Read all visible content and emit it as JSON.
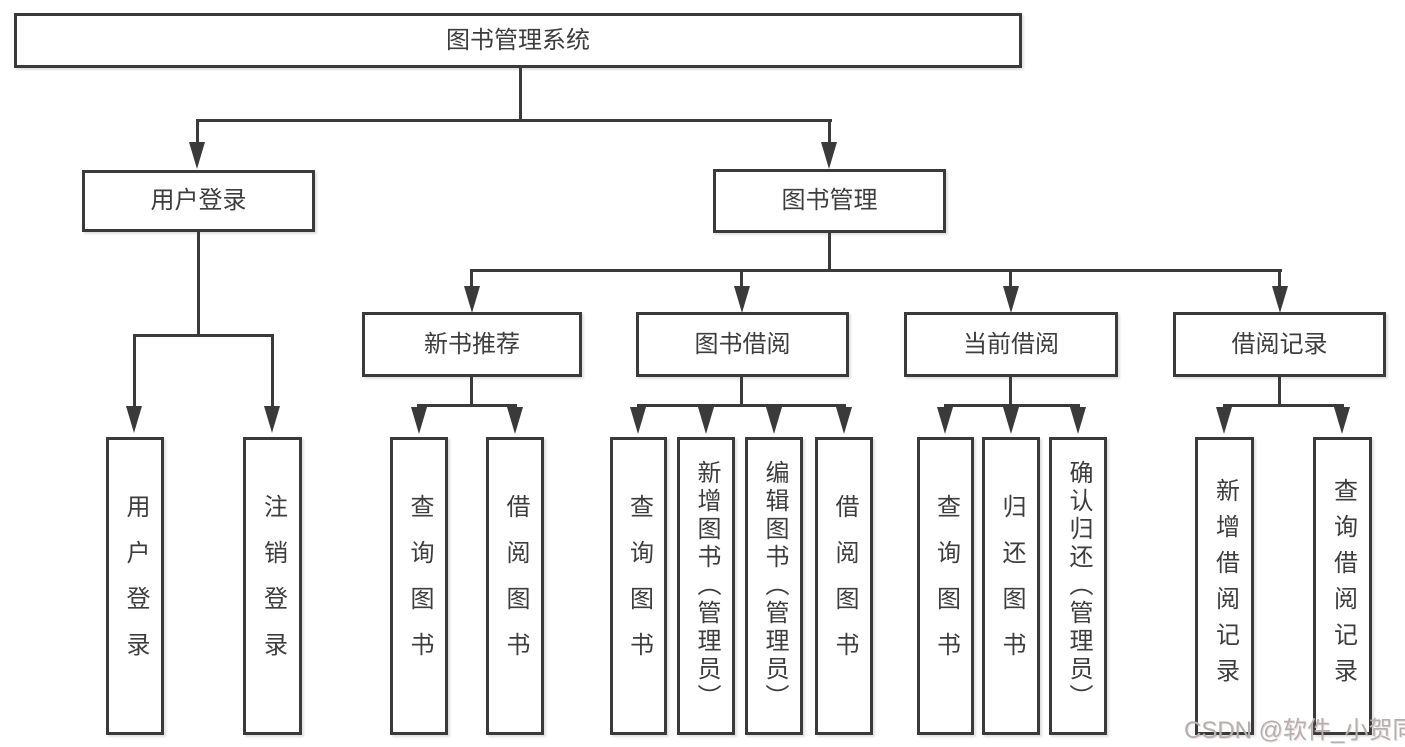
{
  "diagram": {
    "title": "图书管理系统",
    "root": {
      "label": "图书管理系统"
    },
    "branches": [
      {
        "label": "用户登录",
        "children": [
          {
            "label": "用户登录"
          },
          {
            "label": "注销登录"
          }
        ]
      },
      {
        "label": "图书管理",
        "children": [
          {
            "label": "新书推荐",
            "children": [
              {
                "label": "查询图书"
              },
              {
                "label": "借阅图书"
              }
            ]
          },
          {
            "label": "图书借阅",
            "children": [
              {
                "label": "查询图书"
              },
              {
                "label": "新增图书（管理员）"
              },
              {
                "label": "编辑图书（管理员）"
              },
              {
                "label": "借阅图书"
              }
            ]
          },
          {
            "label": "当前借阅",
            "children": [
              {
                "label": "查询图书"
              },
              {
                "label": "归还图书"
              },
              {
                "label": "确认归还（管理员）"
              }
            ]
          },
          {
            "label": "借阅记录",
            "children": [
              {
                "label": "新增借阅记录"
              },
              {
                "label": "查询借阅记录"
              }
            ]
          }
        ]
      }
    ],
    "watermark": "CSDN @软件_小贺同学",
    "colors": {
      "line": "#3a3a3a",
      "text": "#3d3d3d",
      "watermark": "#b2b0b0",
      "background": "#ffffff"
    }
  }
}
